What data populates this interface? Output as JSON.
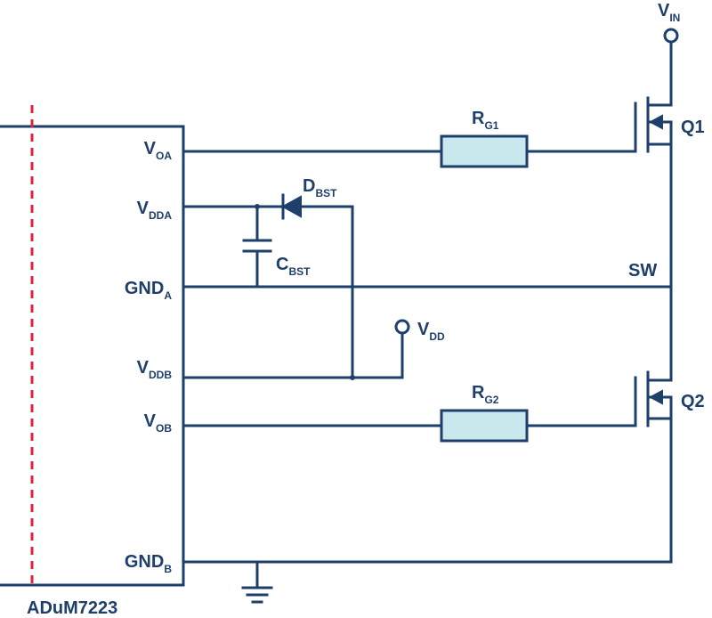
{
  "chip": {
    "name": "ADuM7223",
    "pins": {
      "voa": {
        "base": "V",
        "sub": "OA"
      },
      "vdda": {
        "base": "V",
        "sub": "DDA"
      },
      "gnda": {
        "base": "GND",
        "sub": "A"
      },
      "vddb": {
        "base": "V",
        "sub": "DDB"
      },
      "vob": {
        "base": "V",
        "sub": "OB"
      },
      "gndb": {
        "base": "GND",
        "sub": "B"
      }
    }
  },
  "components": {
    "rg1": {
      "base": "R",
      "sub": "G1"
    },
    "rg2": {
      "base": "R",
      "sub": "G2"
    },
    "dbst": {
      "base": "D",
      "sub": "BST"
    },
    "cbst": {
      "base": "C",
      "sub": "BST"
    },
    "q1": "Q1",
    "q2": "Q2"
  },
  "nets": {
    "vin": {
      "base": "V",
      "sub": "IN"
    },
    "vdd": {
      "base": "V",
      "sub": "DD"
    },
    "sw": "SW"
  },
  "colors": {
    "wire": "#1f3f6b",
    "isolation_barrier": "#d9263a",
    "resistor_fill": "#c9e8ee"
  }
}
